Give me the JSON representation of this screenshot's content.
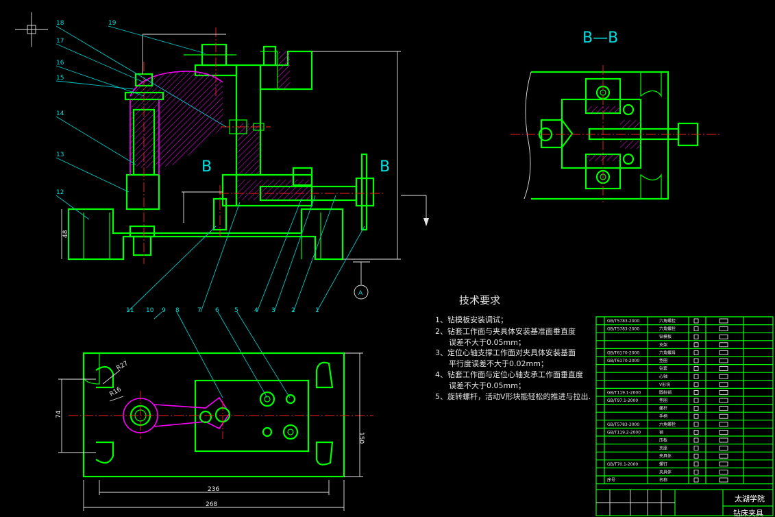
{
  "part_labels": [
    "18",
    "19",
    "17",
    "16",
    "15",
    "14",
    "13",
    "12",
    "11",
    "10",
    "9",
    "8",
    "7",
    "6",
    "5",
    "4",
    "3",
    "2",
    "1"
  ],
  "section_labels": {
    "left": "B",
    "right": "B",
    "title": "B—B"
  },
  "datum_label": "A",
  "dimensions": {
    "height_48": "48",
    "d_74": "74",
    "d_150": "150",
    "len_236": "236",
    "len_268": "268",
    "r_27": "R27",
    "r_16": "R16"
  },
  "requirements": {
    "title": "技术要求",
    "items": [
      "1、钻模板安装调试；",
      "2、钻套工作面与夹具体安装基准面垂直度",
      "误差不大于0.05mm；",
      "3、定位心轴支撑工作面对夹具体安装基面",
      "平行度误差不大于0.02mm；",
      "4、钻套工作面与定位心轴支承工作面垂直度",
      "误差不大于0.05mm；",
      "5、旋转螺杆，活动V形块能轻松的推进与拉出."
    ]
  },
  "bom": {
    "rows": [
      {
        "std": "GB/T5783-2000",
        "name": "六角螺栓"
      },
      {
        "std": "GB/T5783-2000",
        "name": "六角螺栓"
      },
      {
        "std": "",
        "name": "钻模板"
      },
      {
        "std": "",
        "name": "支架"
      },
      {
        "std": "GB/T6170-2000",
        "name": "六角螺母"
      },
      {
        "std": "GB/T6170-2000",
        "name": "垫圈"
      },
      {
        "std": "",
        "name": "钻套"
      },
      {
        "std": "",
        "name": "心轴"
      },
      {
        "std": "",
        "name": "V形块"
      },
      {
        "std": "GB/T119.1-2000",
        "name": "圆柱销"
      },
      {
        "std": "GB/T97.1-2000",
        "name": "垫圈"
      },
      {
        "std": "",
        "name": "螺杆"
      },
      {
        "std": "",
        "name": "手柄"
      },
      {
        "std": "GB/T5783-2000",
        "name": "六角螺栓"
      },
      {
        "std": "GB/T119.2-2000",
        "name": "销"
      },
      {
        "std": "",
        "name": "压板"
      },
      {
        "std": "",
        "name": "支座"
      },
      {
        "std": "",
        "name": "夹具体"
      },
      {
        "std": "GB/T70.1-2000",
        "name": "螺钉"
      },
      {
        "std": "",
        "name": "夹具体"
      },
      {
        "std": "序号",
        "name": "名称"
      }
    ],
    "school": "太湖学院",
    "drawing_name": "钻床夹具"
  },
  "colors": {
    "line": "#00ff00",
    "cyan": "#00c8c8",
    "red": "#ff2020",
    "magenta": "#ff00ff",
    "white": "#e8e8e8"
  }
}
